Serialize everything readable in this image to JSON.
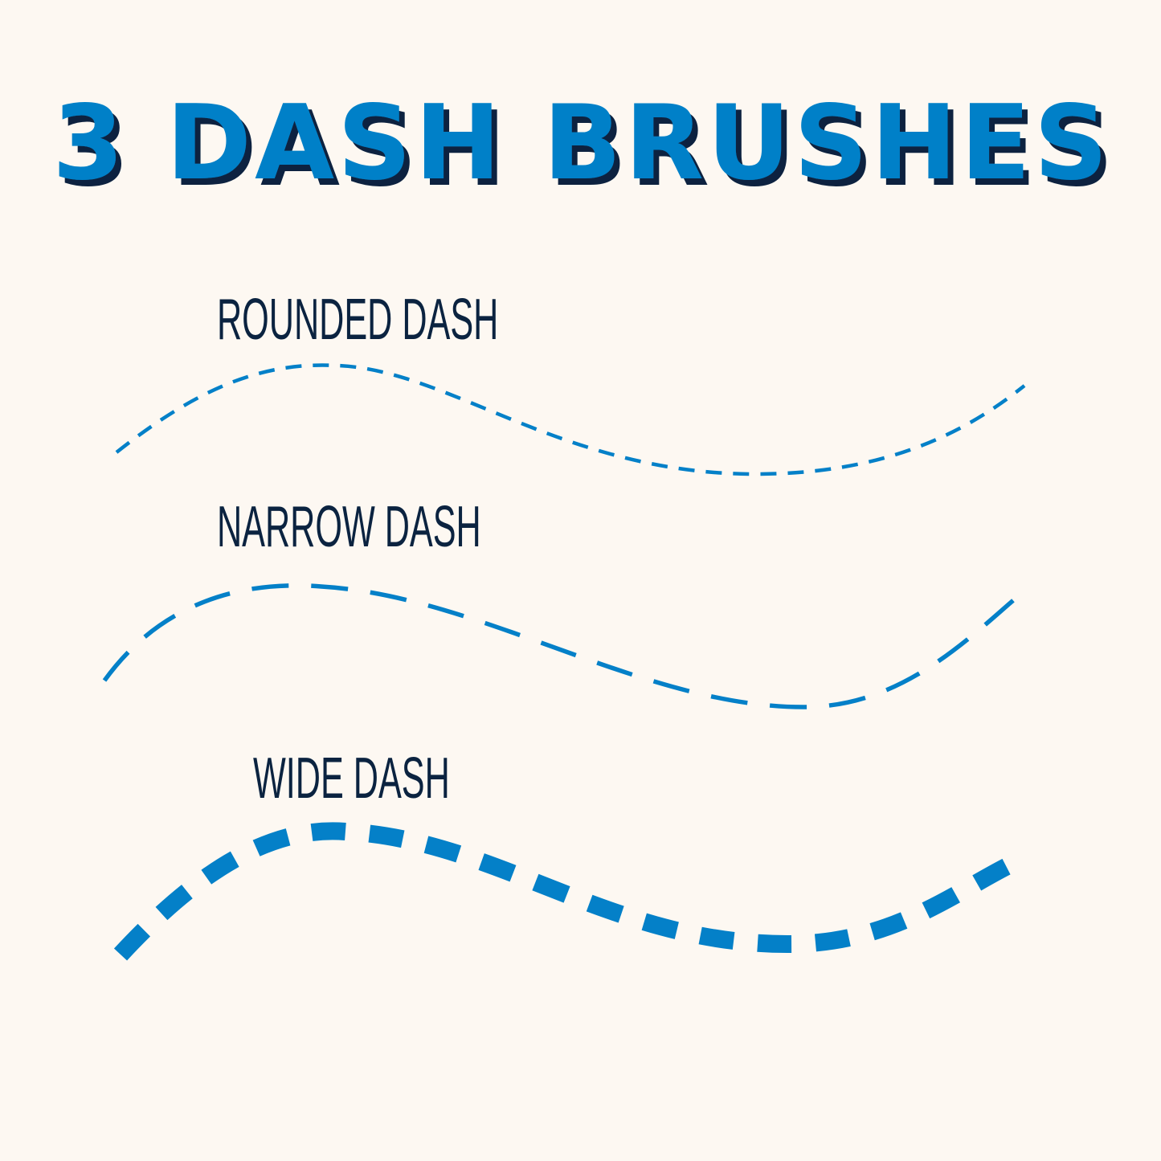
{
  "title": "3 DASH BRUSHES",
  "colors": {
    "background": "#fdf8f2",
    "accent": "#0480c8",
    "shadow": "#0b2340"
  },
  "brushes": [
    {
      "label": "ROUNDED DASH"
    },
    {
      "label": "NARROW DASH"
    },
    {
      "label": "WIDE DASH"
    }
  ]
}
